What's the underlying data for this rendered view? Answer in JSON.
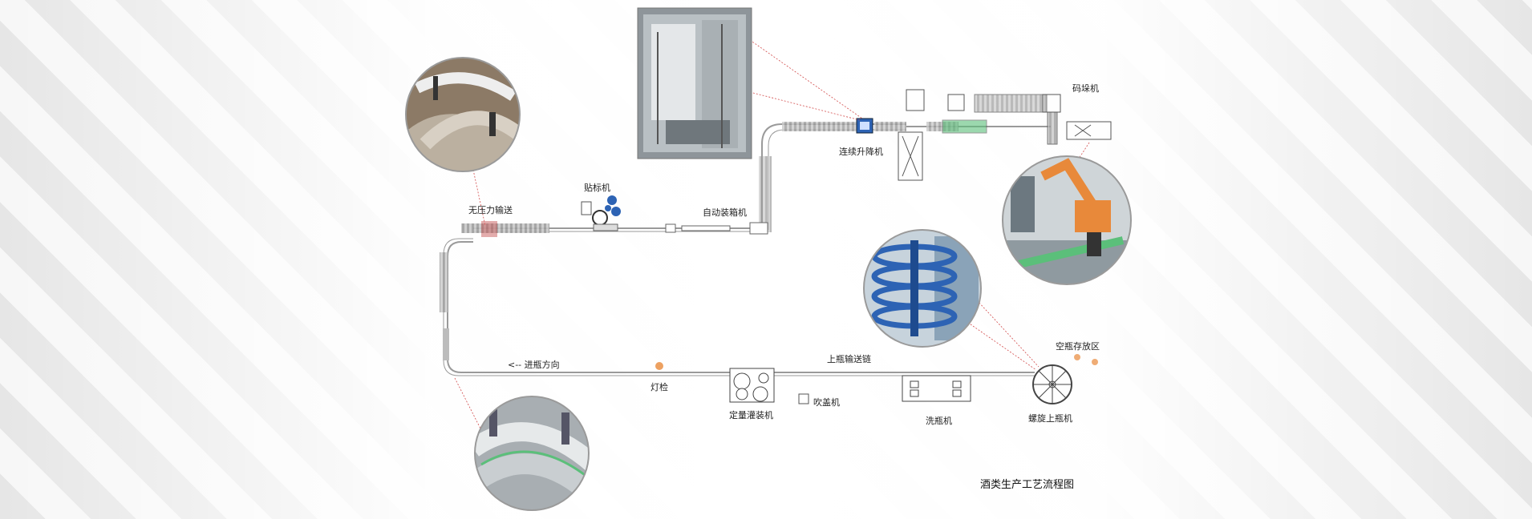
{
  "labels": {
    "no_pressure_conveyor": "无压力输送",
    "labeler": "贴标机",
    "auto_case_packer": "自动装箱机",
    "continuous_lifter": "连续升降机",
    "palletizer": "码垛机",
    "empty_bottle_storage": "空瓶存放区",
    "upper_bottle_chain": "上瓶输送链",
    "bottle_in_direction": "<-- 进瓶方向",
    "light_inspection": "灯检",
    "quantitative_filler": "定量灌装机",
    "cap_blower": "吹盖机",
    "bottle_washer": "洗瓶机",
    "spiral_bottle_loader": "螺旋上瓶机",
    "diagram_title": "酒类生产工艺流程图"
  },
  "colors": {
    "line": "#9a9a9a",
    "callout": "#d24a4a",
    "machine_blue": "#2d63b4",
    "accent_green": "#5bbf7a",
    "accent_orange": "#e8893a"
  }
}
